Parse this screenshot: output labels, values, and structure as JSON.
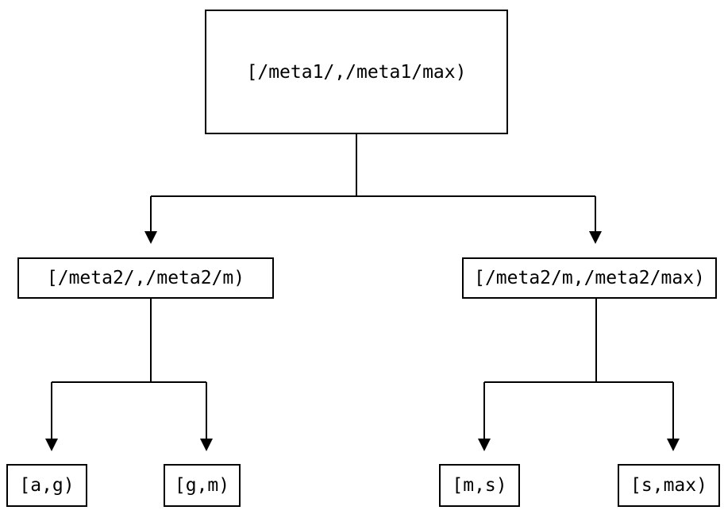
{
  "diagram": {
    "type": "tree",
    "colors": {
      "background": "#ffffff",
      "line": "#000000",
      "text": "#000000",
      "node_border": "#000000"
    },
    "root": {
      "label": "[/meta1/,/meta1/max)"
    },
    "children": [
      {
        "label": "[/meta2/,/meta2/m)",
        "children": [
          {
            "label": "[a,g)"
          },
          {
            "label": "[g,m)"
          }
        ]
      },
      {
        "label": "[/meta2/m,/meta2/max)",
        "children": [
          {
            "label": "[m,s)"
          },
          {
            "label": "[s,max)"
          }
        ]
      }
    ]
  }
}
